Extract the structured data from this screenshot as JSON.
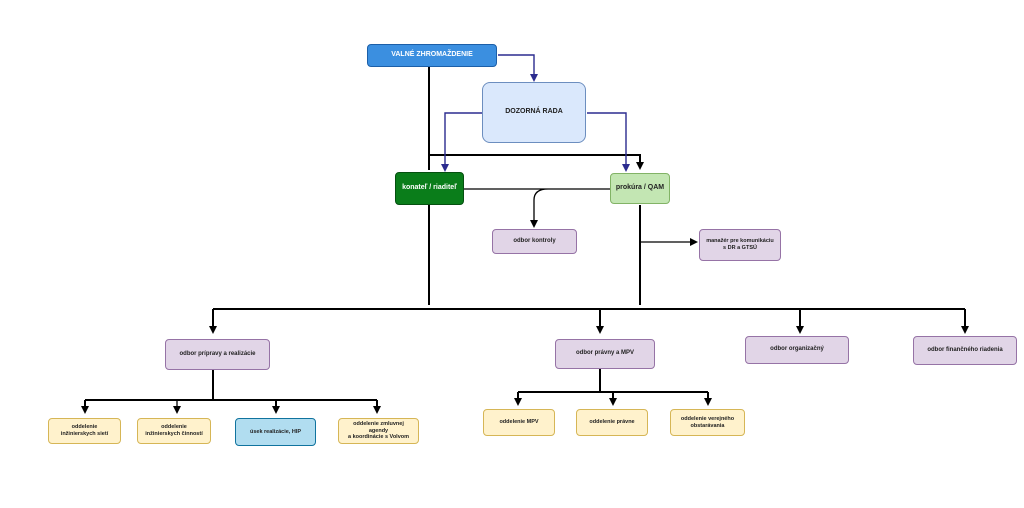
{
  "nodes": {
    "valne": "VALNÉ ZHROMAŽDENIE",
    "dozorna": "DOZORNÁ RADA",
    "konatel": "konateľ / riaditeľ",
    "prokura": "prokúra / QAM",
    "kontroly": "odbor kontroly",
    "manazer": "manažér pre komunikáciu\ns DR a GTSÚ",
    "pripravy": "odbor prípravy a realizácie",
    "pravny": "odbor právny a MPV",
    "organizacny": "odbor organizačný",
    "financny": "odbor finančného riadenia",
    "siete": "oddelenie\ninžinierskych sietí",
    "cinnosti": "oddelenie\ninžinierskych činností",
    "hip": "úsek realizácie, HIP",
    "zmluvnej": "oddelenie zmluvnej agendy\na koordinácie s Volvom",
    "mpv": "oddelenie MPV",
    "pravne": "oddelenie právne",
    "verejneho": "oddelenie verejného\nobstarávania"
  },
  "colors": {
    "top": "#3b8fe0",
    "board": "#dae8fc",
    "director": "#0a7d1a",
    "procura": "#c3e6b3",
    "department": "#e1d5e7",
    "unit": "#fff2cc",
    "unit_highlight": "#b1ddf0",
    "line": "#000000",
    "line_board": "#2b2b8f"
  }
}
